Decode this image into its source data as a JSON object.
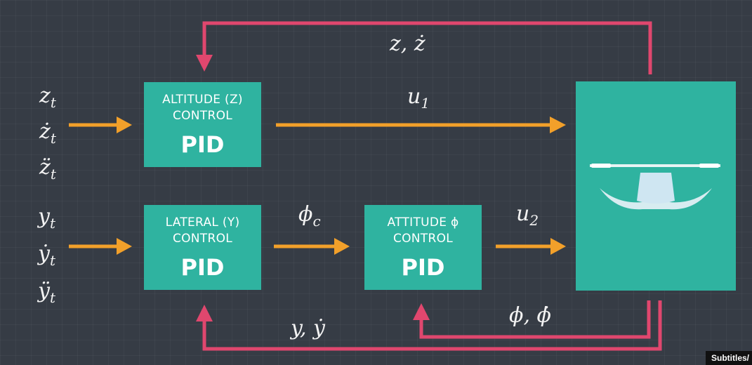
{
  "colors": {
    "background": "#363c45",
    "block": "#2fb3a0",
    "forward_arrow": "#f2a02a",
    "feedback_arrow": "#e0476e"
  },
  "blocks": {
    "altitude": {
      "title_line1": "ALTITUDE (Z)",
      "title_line2": "CONTROL",
      "type": "PID"
    },
    "lateral": {
      "title_line1": "LATERAL (Y)",
      "title_line2": "CONTROL",
      "type": "PID"
    },
    "attitude": {
      "title_line1": "ATTITUDE ϕ",
      "title_line2": "CONTROL",
      "type": "PID"
    }
  },
  "inputs": {
    "z": [
      "z",
      "ż",
      "z̈"
    ],
    "y": [
      "y",
      "ẏ",
      "ÿ"
    ],
    "subscript": "t"
  },
  "signals": {
    "u1": "u",
    "u1_sub": "1",
    "u2": "u",
    "u2_sub": "2",
    "phi_c": "ϕ",
    "phi_c_sub": "c",
    "z_feedback": "z, ż",
    "y_feedback": "y, ẏ",
    "phi_feedback": "ϕ, ϕ̇"
  },
  "caption": "Subtitles/"
}
